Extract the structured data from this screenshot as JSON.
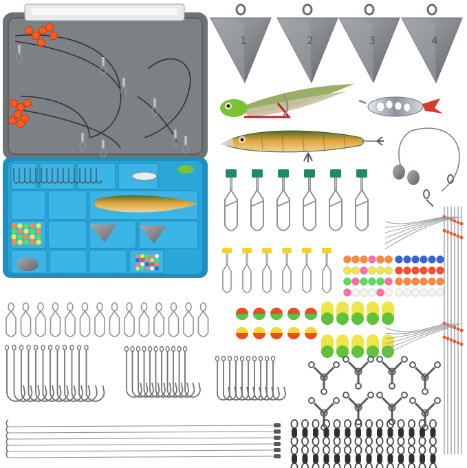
{
  "image": {
    "kind": "product-photo",
    "background": "#ffffff"
  },
  "sinkers": {
    "labels": [
      "1",
      "2",
      "3",
      "4"
    ],
    "color": "#8e9296"
  },
  "tackle_box": {
    "lid_color": "#6f7275",
    "tray_color": "#2aa6d8",
    "compartments": 18
  },
  "items": [
    {
      "name": "lead-pyramid-sinker",
      "count": 4
    },
    {
      "name": "feather-jig",
      "count": 1
    },
    {
      "name": "spoon-lure",
      "count": 1
    },
    {
      "name": "minnow-crankbait",
      "count": 1
    },
    {
      "name": "wire-leader-rig",
      "count": 1
    },
    {
      "name": "snap-swivel-green",
      "count": 6
    },
    {
      "name": "snap-swivel-yellow",
      "count": 6
    },
    {
      "name": "bead-grid",
      "count": 48
    },
    {
      "name": "float-bead-round",
      "count": 10
    },
    {
      "name": "float-oval",
      "count": 10
    },
    {
      "name": "snap-row",
      "count": 14
    },
    {
      "name": "circle-hook",
      "count": 12
    },
    {
      "name": "octopus-hook",
      "count": 11
    },
    {
      "name": "baitholder-hook",
      "count": 10
    },
    {
      "name": "three-way-swivel",
      "count": 8
    },
    {
      "name": "barrel-swivel",
      "count": 28
    },
    {
      "name": "hi-lo-rig-leader",
      "count": 6
    },
    {
      "name": "long-leader",
      "count": 6
    }
  ],
  "colors": {
    "bead_palette": [
      "#ff8a3d",
      "#f2e64b",
      "#57e05c",
      "#ff6fa8",
      "#f5f5f0",
      "#3a63d6",
      "#ff4a2b"
    ],
    "float_top": "#f04a23",
    "float_mid": "#f6d631",
    "float_bottom": "#5bc341",
    "oval_top": "#f0e548",
    "oval_bottom": "#5ec23b",
    "clip_green": "#1e8a6a",
    "clip_yellow": "#f5d033",
    "metal": "#8d9196"
  }
}
